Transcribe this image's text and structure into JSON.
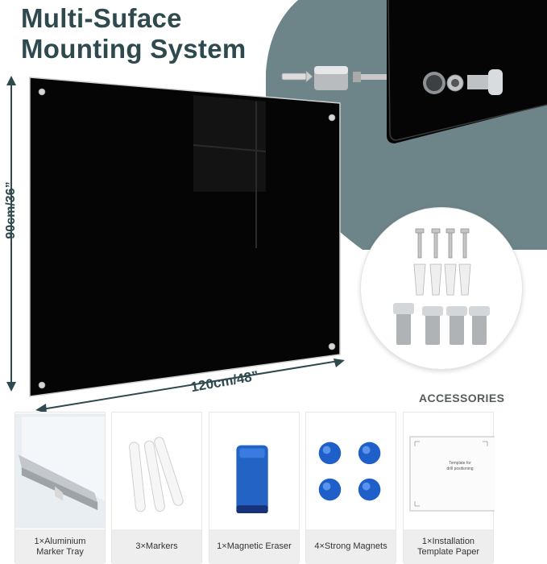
{
  "headline": {
    "line1": "Multi-Suface",
    "line2": "Mounting System"
  },
  "dimensions": {
    "height": "90cm/36”",
    "width": "120cm/48”"
  },
  "accessories_heading": "ACCESSORIES",
  "accessories": [
    {
      "label_line1": "1×Aluminium",
      "label_line2": "Marker Tray"
    },
    {
      "label_line1": "3×Markers",
      "label_line2": ""
    },
    {
      "label_line1": "1×Magnetic Eraser",
      "label_line2": ""
    },
    {
      "label_line1": "4×Strong Magnets",
      "label_line2": ""
    },
    {
      "label_line1": "1×Installation",
      "label_line2": "Template Paper"
    }
  ],
  "template_paper_text": {
    "line1": "Template for",
    "line2": "drill positioning"
  },
  "colors": {
    "title": "#2f4a4f",
    "wall": "#6d8488",
    "board": "#050505",
    "magnet": "#1f5fc9"
  }
}
